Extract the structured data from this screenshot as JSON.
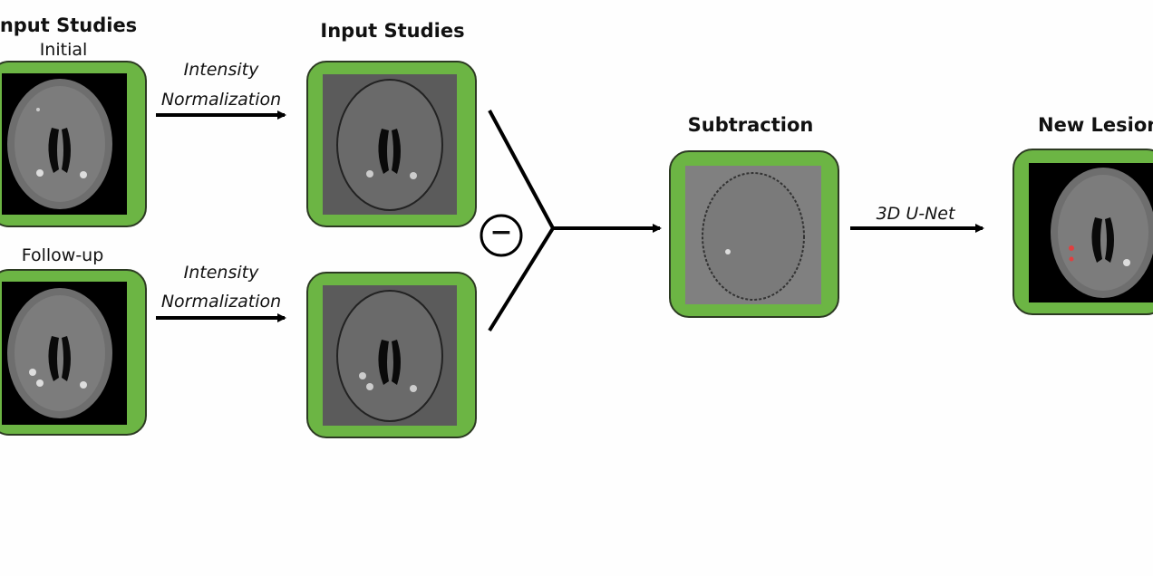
{
  "left": {
    "title": "Input Studies",
    "initial_label": "Initial",
    "followup_label": "Follow-up"
  },
  "normalization": {
    "line1": "Intensity",
    "line2": "Normalization"
  },
  "normalized": {
    "title": "Input Studies"
  },
  "operator": "−",
  "subtraction": {
    "title": "Subtraction"
  },
  "model": {
    "label": "3D U-Net"
  },
  "output": {
    "title": "New Lesions"
  },
  "colors": {
    "frame": "#6cb544",
    "raw_bg": "#000000",
    "norm_bg": "#5b5b5b",
    "sub_bg": "#808080",
    "lesion": "#e04040"
  }
}
